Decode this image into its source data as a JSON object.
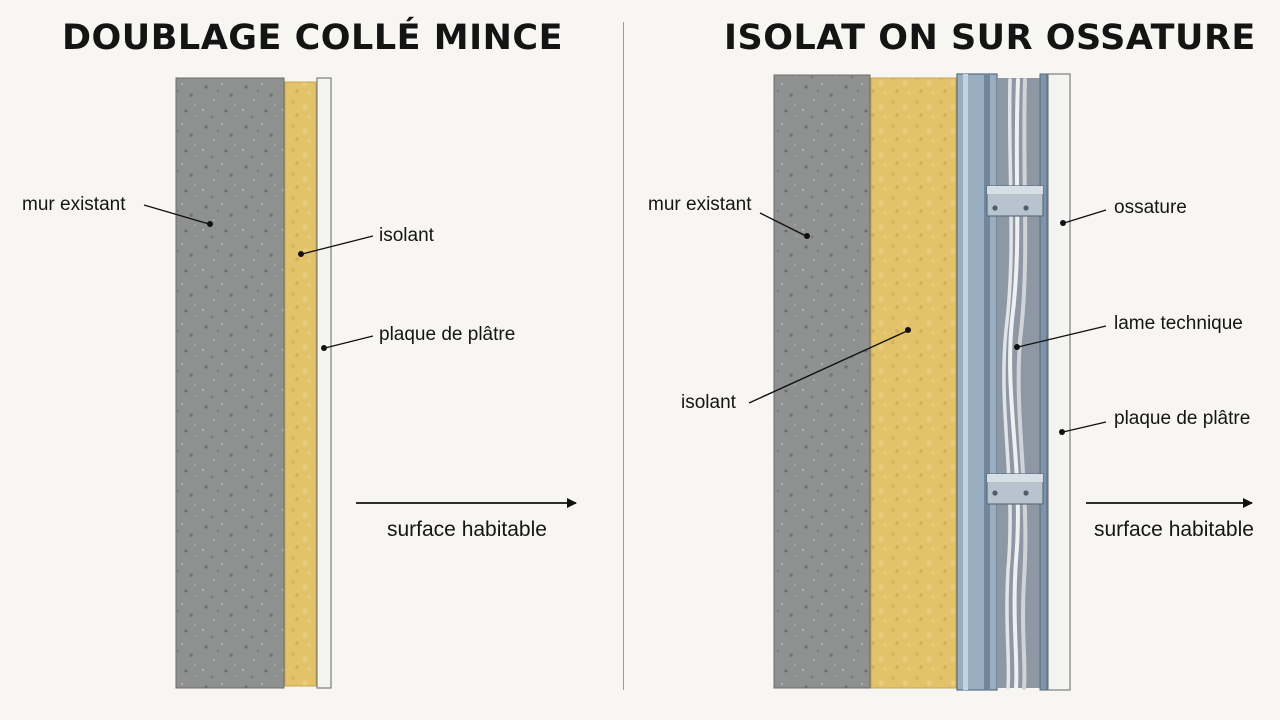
{
  "left_panel": {
    "title": "DOUBLAGE COLLÉ MINCE",
    "labels": {
      "mur_existant": "mur existant",
      "isolant": "isolant",
      "plaque": "plaque de plâtre",
      "surface": "surface habitable"
    }
  },
  "right_panel": {
    "title": "ISOLAT ON SUR OSSATURE",
    "labels": {
      "mur_existant": "mur existant",
      "isolant": "isolant",
      "ossature": "ossature",
      "lame": "lame technique",
      "plaque": "plaque de plâtre",
      "surface": "surface habitable"
    }
  },
  "colors": {
    "background": "#f7f6f2",
    "concrete": "#8f9090",
    "insulation": "#e2c36a",
    "plasterboard": "#f4f4f2",
    "metal_frame": "#8fa3b8",
    "cable": "#d9dcdf"
  }
}
